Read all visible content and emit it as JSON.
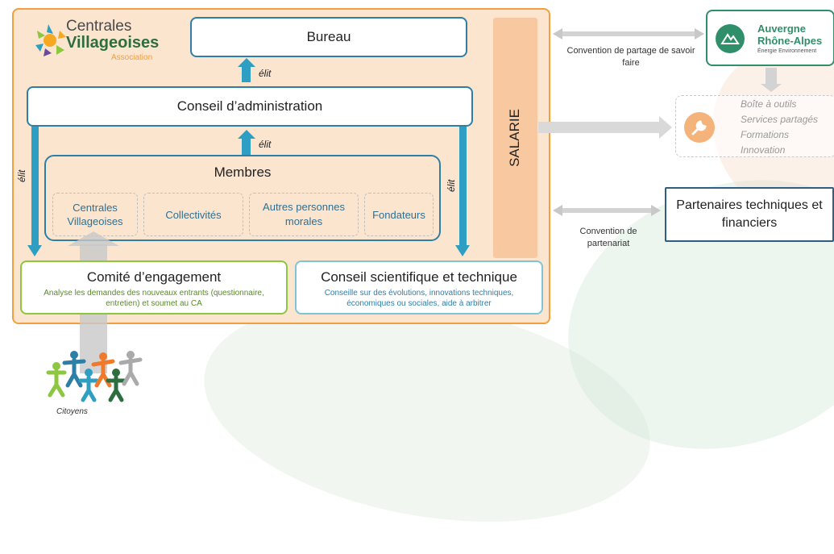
{
  "logo": {
    "line1": "Centrales",
    "line2": "Villageoises",
    "line3": "Association"
  },
  "bureau": "Bureau",
  "conseil_admin": "Conseil d’administration",
  "elit": "élit",
  "membres": {
    "title": "Membres",
    "items": [
      "Centrales Villageoises",
      "Collectivités",
      "Autres personnes morales",
      "Fondateurs"
    ]
  },
  "salarie": "SALARIE",
  "comite": {
    "title": "Comité d’engagement",
    "desc": "Analyse les demandes des nouveaux entrants (questionnaire, entretien) et soumet au CA"
  },
  "conseil_sci": {
    "title": "Conseil scientifique et technique",
    "desc": "Conseille sur des évolutions, innovations techniques, économiques ou sociales, aide à arbitrer"
  },
  "citoyens": "Citoyens",
  "auvergne": {
    "line1": "Auvergne",
    "line2": "Rhône-Alpes",
    "line3": "Énergie Environnement"
  },
  "convention_savoir": "Convention de partage de savoir faire",
  "outils": [
    "Boîte à outils",
    "Services partagés",
    "Formations",
    "Innovation"
  ],
  "partenaires": "Partenaires techniques et financiers",
  "convention_partenariat": "Convention de partenariat",
  "colors": {
    "blue": "#2e9fc2",
    "orange": "#f0a040",
    "green": "#8dc63f",
    "teal": "#2e8f6a"
  }
}
